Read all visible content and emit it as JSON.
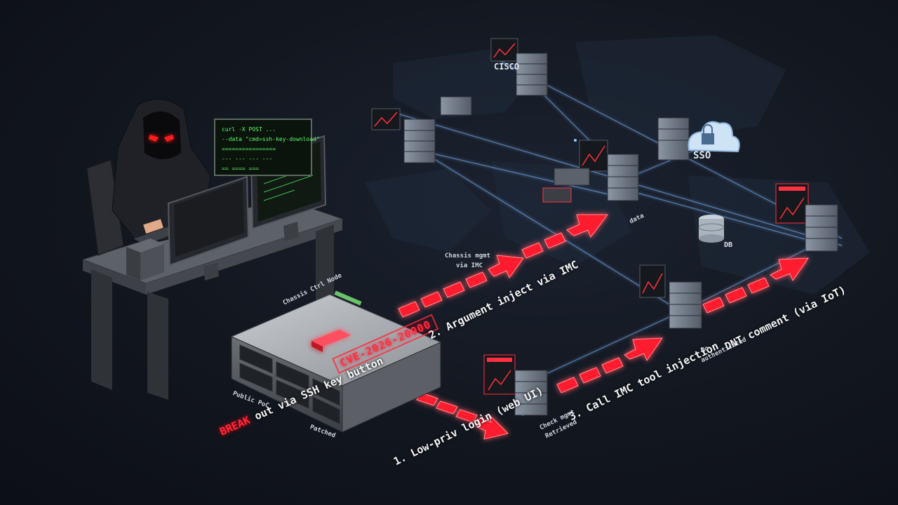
{
  "steps": {
    "step1": "1. Low-priv login (web UI)",
    "step2": "2. Argument inject via IMC",
    "step3": "3. Call IMC tool injection",
    "step4": "DNT comment (via IoT)"
  },
  "server": {
    "cve_label": "CVE-2026-20000",
    "top_label": "Chassis Ctrl Node",
    "side_left": "Public PoC",
    "side_right": "Patched"
  },
  "bottom_note": {
    "highlight": "BREAK",
    "rest": " out via SSH key button"
  },
  "nodes": {
    "cisco": "CISCO",
    "sso": "SSO",
    "db": "DB",
    "data_node": "data",
    "entry_a": "Chassis mgmt",
    "entry_b": "via IMC",
    "lower_a": "Check mgmt",
    "lower_b": "Retrieved",
    "no_a": "No",
    "no_b": "authenticated"
  },
  "terminal": {
    "line1": "curl -X POST ...",
    "line2": "--data \"cmd=ssh-key-download\"",
    "line3": "================",
    "line4": "--- --- --- ---",
    "line5": "== ==== ==="
  },
  "colors": {
    "arrow": "#ff1e2d",
    "network_line": "#6f9fd8",
    "terminal_green": "#5cff6a",
    "hacker_eyes": "#ff1a1a"
  }
}
